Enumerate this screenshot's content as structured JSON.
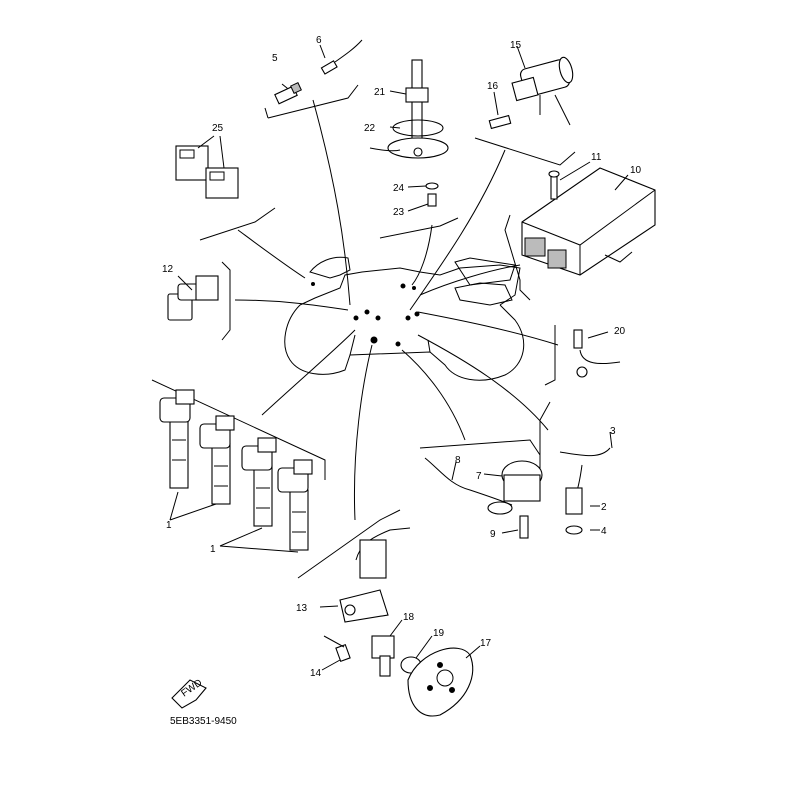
{
  "callouts": [
    {
      "id": "c1a",
      "text": "1"
    },
    {
      "id": "c1b",
      "text": "1"
    },
    {
      "id": "c2",
      "text": "2"
    },
    {
      "id": "c3",
      "text": "3"
    },
    {
      "id": "c4",
      "text": "4"
    },
    {
      "id": "c5",
      "text": "5"
    },
    {
      "id": "c6",
      "text": "6"
    },
    {
      "id": "c7",
      "text": "7"
    },
    {
      "id": "c8",
      "text": "8"
    },
    {
      "id": "c9",
      "text": "9"
    },
    {
      "id": "c10",
      "text": "10"
    },
    {
      "id": "c11",
      "text": "11"
    },
    {
      "id": "c12",
      "text": "12"
    },
    {
      "id": "c13",
      "text": "13"
    },
    {
      "id": "c14",
      "text": "14"
    },
    {
      "id": "c15",
      "text": "15"
    },
    {
      "id": "c16",
      "text": "16"
    },
    {
      "id": "c17",
      "text": "17"
    },
    {
      "id": "c18",
      "text": "18"
    },
    {
      "id": "c19",
      "text": "19"
    },
    {
      "id": "c20",
      "text": "20"
    },
    {
      "id": "c21",
      "text": "21"
    },
    {
      "id": "c22",
      "text": "22"
    },
    {
      "id": "c23",
      "text": "23"
    },
    {
      "id": "c24",
      "text": "24"
    },
    {
      "id": "c25",
      "text": "25"
    }
  ],
  "fwd_label": "FWD",
  "diagram_code": "5EB3351-9450"
}
